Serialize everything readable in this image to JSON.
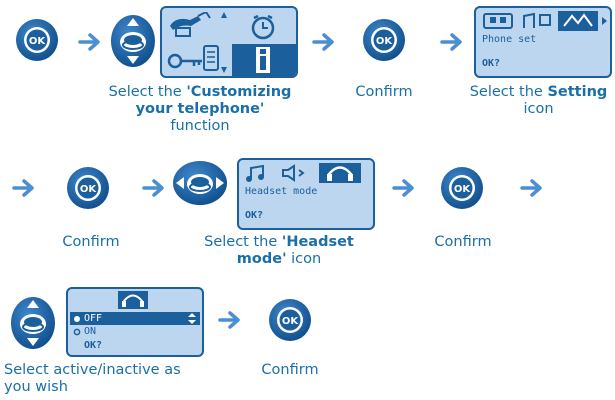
{
  "steps": {
    "row1": {
      "caption_select_prefix": "Select the ",
      "caption_select_bold": "'Customizing your telephone'",
      "caption_select_suffix": "function",
      "caption_confirm": "Confirm",
      "caption_setting_prefix": "Select the ",
      "caption_setting_bold": "Setting",
      "caption_setting_suffix": "icon",
      "lcd_setting_line1": "Phone set",
      "lcd_setting_line2": "OK?"
    },
    "row2": {
      "caption_confirm_1": "Confirm",
      "caption_headset_prefix": "Select the ",
      "caption_headset_bold": "'Headset mode'",
      "caption_headset_suffix": "icon",
      "caption_confirm_2": "Confirm",
      "lcd_headset_line1": "Headset mode",
      "lcd_headset_line2": "OK?"
    },
    "row3": {
      "caption_select_active": "Select active/inactive as you wish",
      "caption_confirm": "Confirm",
      "lcd_option_off": "OFF",
      "lcd_option_on": "ON",
      "lcd_prompt": "OK?"
    }
  },
  "ok_label": "OK",
  "colors": {
    "accent": "#1a6fa8",
    "button_blue": "#1b5f9c",
    "lcd_bg": "#bcd6ef",
    "arrow": "#4b8fd0"
  }
}
